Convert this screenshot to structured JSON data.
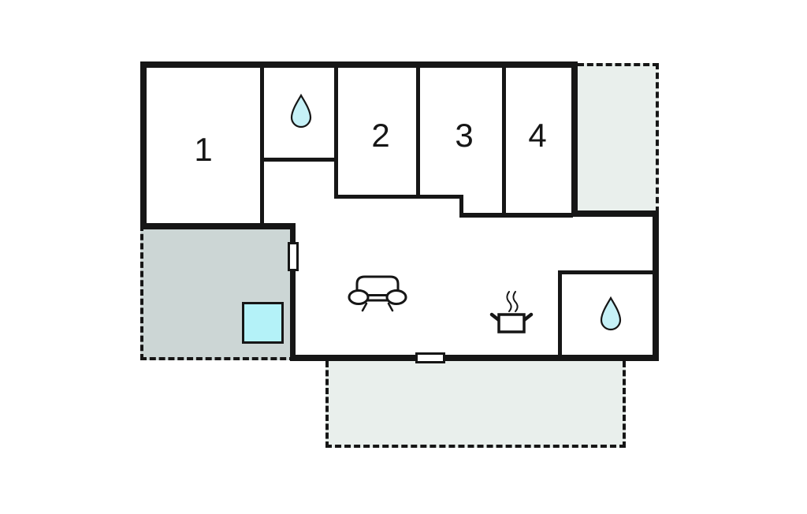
{
  "plan": {
    "rooms": [
      {
        "label": "1"
      },
      {
        "label": "2"
      },
      {
        "label": "3"
      },
      {
        "label": "4"
      }
    ],
    "icons": {
      "bathroom_top": "water-drop-icon",
      "bathroom_right": "water-drop-icon",
      "living_area": "sofa-icon",
      "kitchen": "cooking-pot-icon",
      "terrace_left": "hot-tub-icon"
    },
    "colors": {
      "background": "#ffffff",
      "wall": "#161616",
      "water_fill": "#c6f1f7",
      "hot_tub_fill": "#b4f2f8",
      "terrace_dark": "#ccd6d5",
      "terrace_light": "#e9efec",
      "door_marker": "#ffffff"
    }
  }
}
